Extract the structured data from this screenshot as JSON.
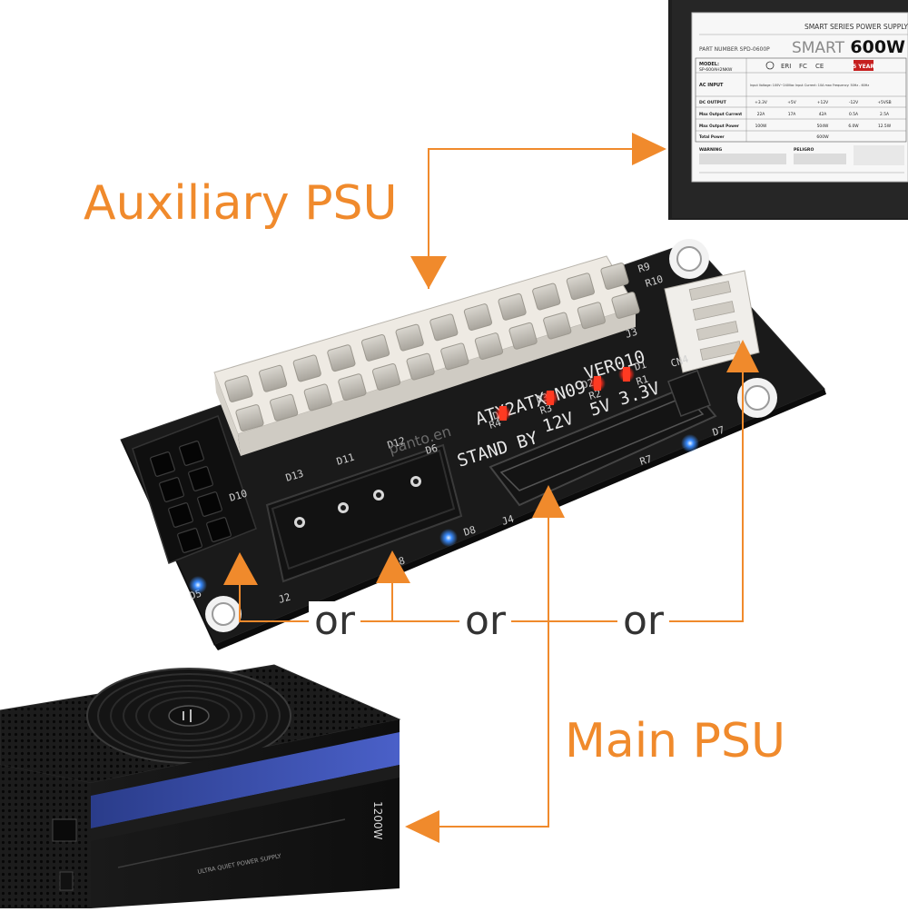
{
  "labels": {
    "auxiliary_psu": "Auxiliary PSU",
    "main_psu": "Main PSU",
    "or_1": "or",
    "or_2": "or",
    "or_3": "or"
  },
  "aux_psu_label": {
    "series": "SMART SERIES POWER SUPPLY",
    "brand": "SMART",
    "wattage": "600W",
    "part_number": "PART NUMBER  SPD-0600P",
    "model": "MODEL:",
    "model_value": "SP-600AH2NKW",
    "ac_input": "AC INPUT",
    "ac_input_value": "Input Voltage: 100V~240Vac  Input Current: 10A max  Frequency: 50Hz - 60Hz",
    "dc_output": "DC OUTPUT",
    "max_output_current": "Max Output Current",
    "max_output_power": "Max Output Power",
    "total_power": "Total Power",
    "rails": [
      "+3.3V",
      "+5V",
      "+12V",
      "-12V",
      "+5VSB"
    ],
    "currents": [
      "22A",
      "17A",
      "42A",
      "0.5A",
      "2.5A"
    ],
    "powers": [
      "100W",
      "",
      "504W",
      "6.0W",
      "12.5W"
    ],
    "total": "600W",
    "warning": "WARNING",
    "peligro": "PELIGRO",
    "five_year": "5 YEAR"
  },
  "board": {
    "model": "ATX2ATX-N09",
    "version": "VER010",
    "voltages": [
      "STAND BY",
      "12V",
      "5V",
      "3.3V"
    ],
    "designators": [
      "D10",
      "D13",
      "D11",
      "D12",
      "J2",
      "J3",
      "J4",
      "D5",
      "D6",
      "D7",
      "D8",
      "R7",
      "R8",
      "R9",
      "R10",
      "CN4",
      "D1",
      "D2",
      "D3",
      "D4",
      "R1",
      "R2",
      "R3",
      "R4"
    ],
    "watermark": "panto.en"
  },
  "main_psu_label": {
    "wattage": "1200W",
    "tagline": "ULTRA QUIET POWER SUPPLY"
  },
  "colors": {
    "accent": "#f08a2c",
    "board": "#1a1a1a",
    "connector": "#e6e4de",
    "led_red": "#ff2a1a",
    "led_blue": "#3a8cff"
  },
  "icons": {
    "arrows": "arrow-icon"
  }
}
